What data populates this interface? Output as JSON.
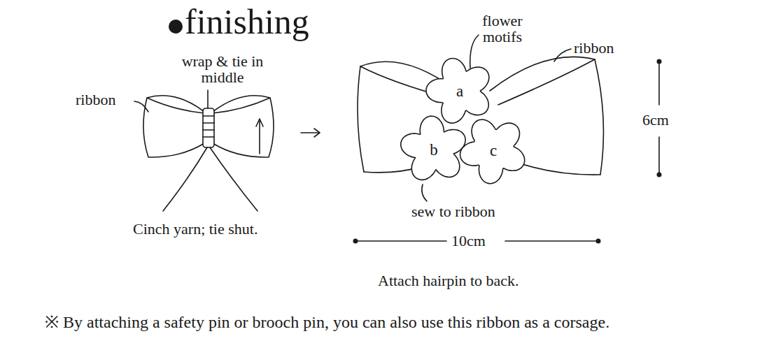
{
  "diagram": {
    "title": "finishing",
    "nodes": [
      {
        "text": [
          "a"
        ]
      },
      {
        "text": [
          "b"
        ]
      },
      {
        "text": [
          "c"
        ]
      }
    ],
    "labels": [
      "ribbon",
      "wrap & tie in middle",
      "Cinch yarn; tie shut.",
      "flower motifs",
      "ribbon",
      "6cm",
      "sew to ribbon",
      "10cm",
      "Attach hairpin to back.",
      "※ By attaching a safety pin or brooch pin, you can also use this ribbon as a corsage."
    ]
  }
}
